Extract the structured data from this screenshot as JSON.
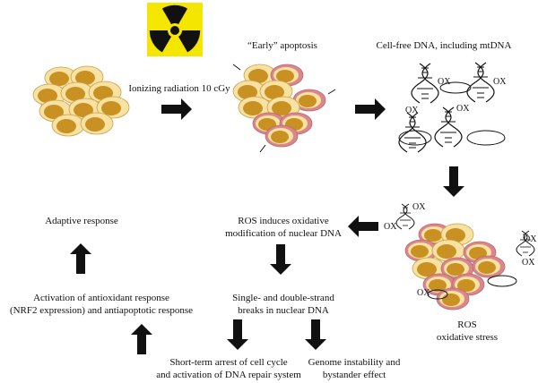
{
  "labels": {
    "early_apoptosis": "“Early” apoptosis",
    "cell_free_dna": "Cell-free DNA, including mtDNA",
    "ionizing_radiation": "Ionizing radiation 10 cGy",
    "ros_induces_line1": "ROS induces oxidative",
    "ros_induces_line2": "modification of nuclear DNA",
    "adaptive_response": "Adaptive response",
    "antioxidant_line1": "Activation of antioxidant response",
    "antioxidant_line2": "(NRF2 expression) and antiapoptotic response",
    "breaks_line1": "Single- and double-strand",
    "breaks_line2": "breaks in nuclear DNA",
    "ros_stress_line1": "ROS",
    "ros_stress_line2": "oxidative stress",
    "arrest_line1": "Short-term arrest of cell cycle",
    "arrest_line2": "and activation of DNA repair system",
    "genome_line1": "Genome instability and",
    "genome_line2": "bystander effect"
  },
  "ox_tag": "OX",
  "colors": {
    "cell_fill": "#f7e1a3",
    "cell_stroke": "#c9a24a",
    "nucleus": "#c99022",
    "apoptotic_rim": "#d9878c",
    "arrow": "#111111",
    "radiation_yellow": "#f5e600"
  }
}
